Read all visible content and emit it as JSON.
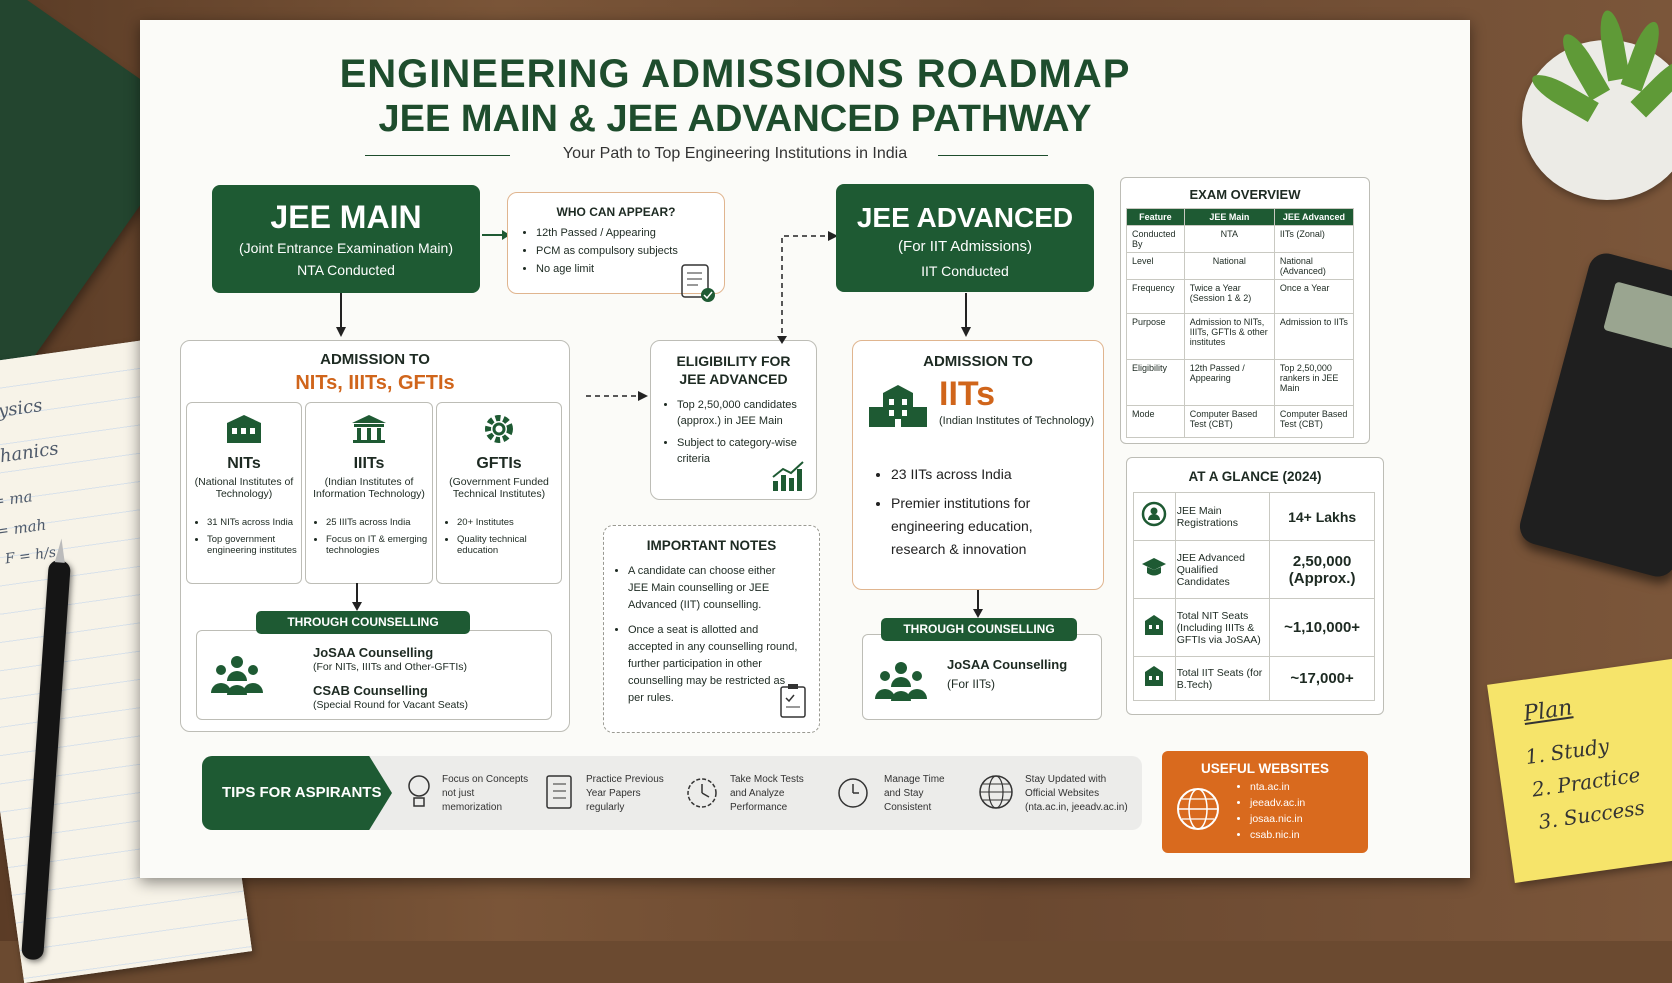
{
  "title": {
    "line1": "ENGINEERING ADMISSIONS ROADMAP",
    "line2": "JEE MAIN & JEE ADVANCED PATHWAY",
    "subtitle": "Your Path to Top Engineering Institutions in India"
  },
  "jee_main": {
    "title": "JEE MAIN",
    "full": "(Joint Entrance Examination Main)",
    "by": "NTA Conducted"
  },
  "who_can_appear": {
    "title": "WHO CAN APPEAR?",
    "items": [
      "12th Passed / Appearing",
      "PCM as compulsory subjects",
      "No age limit"
    ]
  },
  "admission_left": {
    "heading": "ADMISSION TO",
    "highlight": "NITs, IIITs, GFTIs",
    "cards": [
      {
        "name": "NITs",
        "full": "(National Institutes of Technology)",
        "items": [
          "31 NITs across India",
          "Top government engineering institutes"
        ]
      },
      {
        "name": "IIITs",
        "full": "(Indian Institutes of Information Technology)",
        "items": [
          "25 IIITs across India",
          "Focus on IT & emerging technologies"
        ]
      },
      {
        "name": "GFTIs",
        "full": "(Government Funded Technical Institutes)",
        "items": [
          "20+ Institutes",
          "Quality technical education"
        ]
      }
    ],
    "counselling_label": "THROUGH COUNSELLING",
    "counselling": [
      {
        "name": "JoSAA Counselling",
        "desc": "(For NITs, IIITs and Other-GFTIs)"
      },
      {
        "name": "CSAB Counselling",
        "desc": "(Special Round for Vacant Seats)"
      }
    ]
  },
  "eligibility": {
    "title1": "ELIGIBILITY FOR",
    "title2": "JEE ADVANCED",
    "items": [
      "Top 2,50,000 candidates (approx.) in JEE Main",
      "Subject to category-wise criteria"
    ]
  },
  "notes": {
    "title": "IMPORTANT NOTES",
    "items": [
      "A candidate can choose either JEE Main counselling or JEE Advanced (IIT) counselling.",
      "Once a seat is allotted and accepted in any counselling round, further participation in other counselling may be restricted as per rules."
    ]
  },
  "jee_adv": {
    "title": "JEE ADVANCED",
    "full": "(For IIT Admissions)",
    "by": "IIT Conducted"
  },
  "admission_right": {
    "heading": "ADMISSION TO",
    "highlight": "IITs",
    "full": "(Indian Institutes of Technology)",
    "items": [
      "23 IITs across India",
      "Premier institutions for engineering education, research & innovation"
    ],
    "counselling_label": "THROUGH COUNSELLING",
    "counselling": {
      "name": "JoSAA Counselling",
      "desc": "(For IITs)"
    }
  },
  "overview": {
    "title": "EXAM OVERVIEW",
    "headers": [
      "Feature",
      "JEE Main",
      "JEE Advanced"
    ],
    "rows": [
      [
        "Conducted By",
        "NTA",
        "IITs (Zonal)"
      ],
      [
        "Level",
        "National",
        "National (Advanced)"
      ],
      [
        "Frequency",
        "Twice a Year (Session 1 & 2)",
        "Once a Year"
      ],
      [
        "Purpose",
        "Admission to NITs, IIITs, GFTIs & other institutes",
        "Admission to IITs"
      ],
      [
        "Eligibility",
        "12th Passed / Appearing",
        "Top 2,50,000 rankers in JEE Main"
      ],
      [
        "Mode",
        "Computer Based Test (CBT)",
        "Computer Based Test (CBT)"
      ]
    ]
  },
  "glance": {
    "title": "AT A GLANCE (2024)",
    "rows": [
      {
        "icon": "registration-icon",
        "label": "JEE Main Registrations",
        "value": "14+ Lakhs"
      },
      {
        "icon": "graduation-cap-icon",
        "label": "JEE Advanced Qualified Candidates",
        "value": "2,50,000 (Approx.)"
      },
      {
        "icon": "building-icon",
        "label": "Total NIT Seats (Including IIITs & GFTIs via JoSAA)",
        "value": "~1,10,000+"
      },
      {
        "icon": "building-icon",
        "label": "Total IIT Seats (for B.Tech)",
        "value": "~17,000+"
      }
    ]
  },
  "tips": {
    "label": "TIPS FOR ASPIRANTS",
    "items": [
      {
        "icon": "lightbulb-icon",
        "text": "Focus on Concepts not just memorization"
      },
      {
        "icon": "checklist-icon",
        "text": "Practice Previous Year Papers regularly"
      },
      {
        "icon": "stopwatch-icon",
        "text": "Take Mock Tests and Analyze Performance"
      },
      {
        "icon": "clock-icon",
        "text": "Manage Time and Stay Consistent"
      },
      {
        "icon": "globe-icon",
        "text": "Stay Updated with Official Websites (nta.ac.in, jeeadv.ac.in)"
      }
    ]
  },
  "websites": {
    "title": "USEFUL WEBSITES",
    "items": [
      "nta.ac.in",
      "jeeadv.ac.in",
      "josaa.nic.in",
      "csab.nic.in"
    ]
  },
  "desk": {
    "notepad_lines": [
      "Physics",
      "Mechanics",
      "F = ma",
      "F = mah",
      "F = h/s"
    ],
    "sticky_lines": [
      "Plan",
      "1. Study",
      "2. Practice",
      "3. Success"
    ]
  },
  "colors": {
    "primary_green": "#1e5a33",
    "accent_orange": "#d0651b",
    "website_box": "#d96a1e"
  }
}
